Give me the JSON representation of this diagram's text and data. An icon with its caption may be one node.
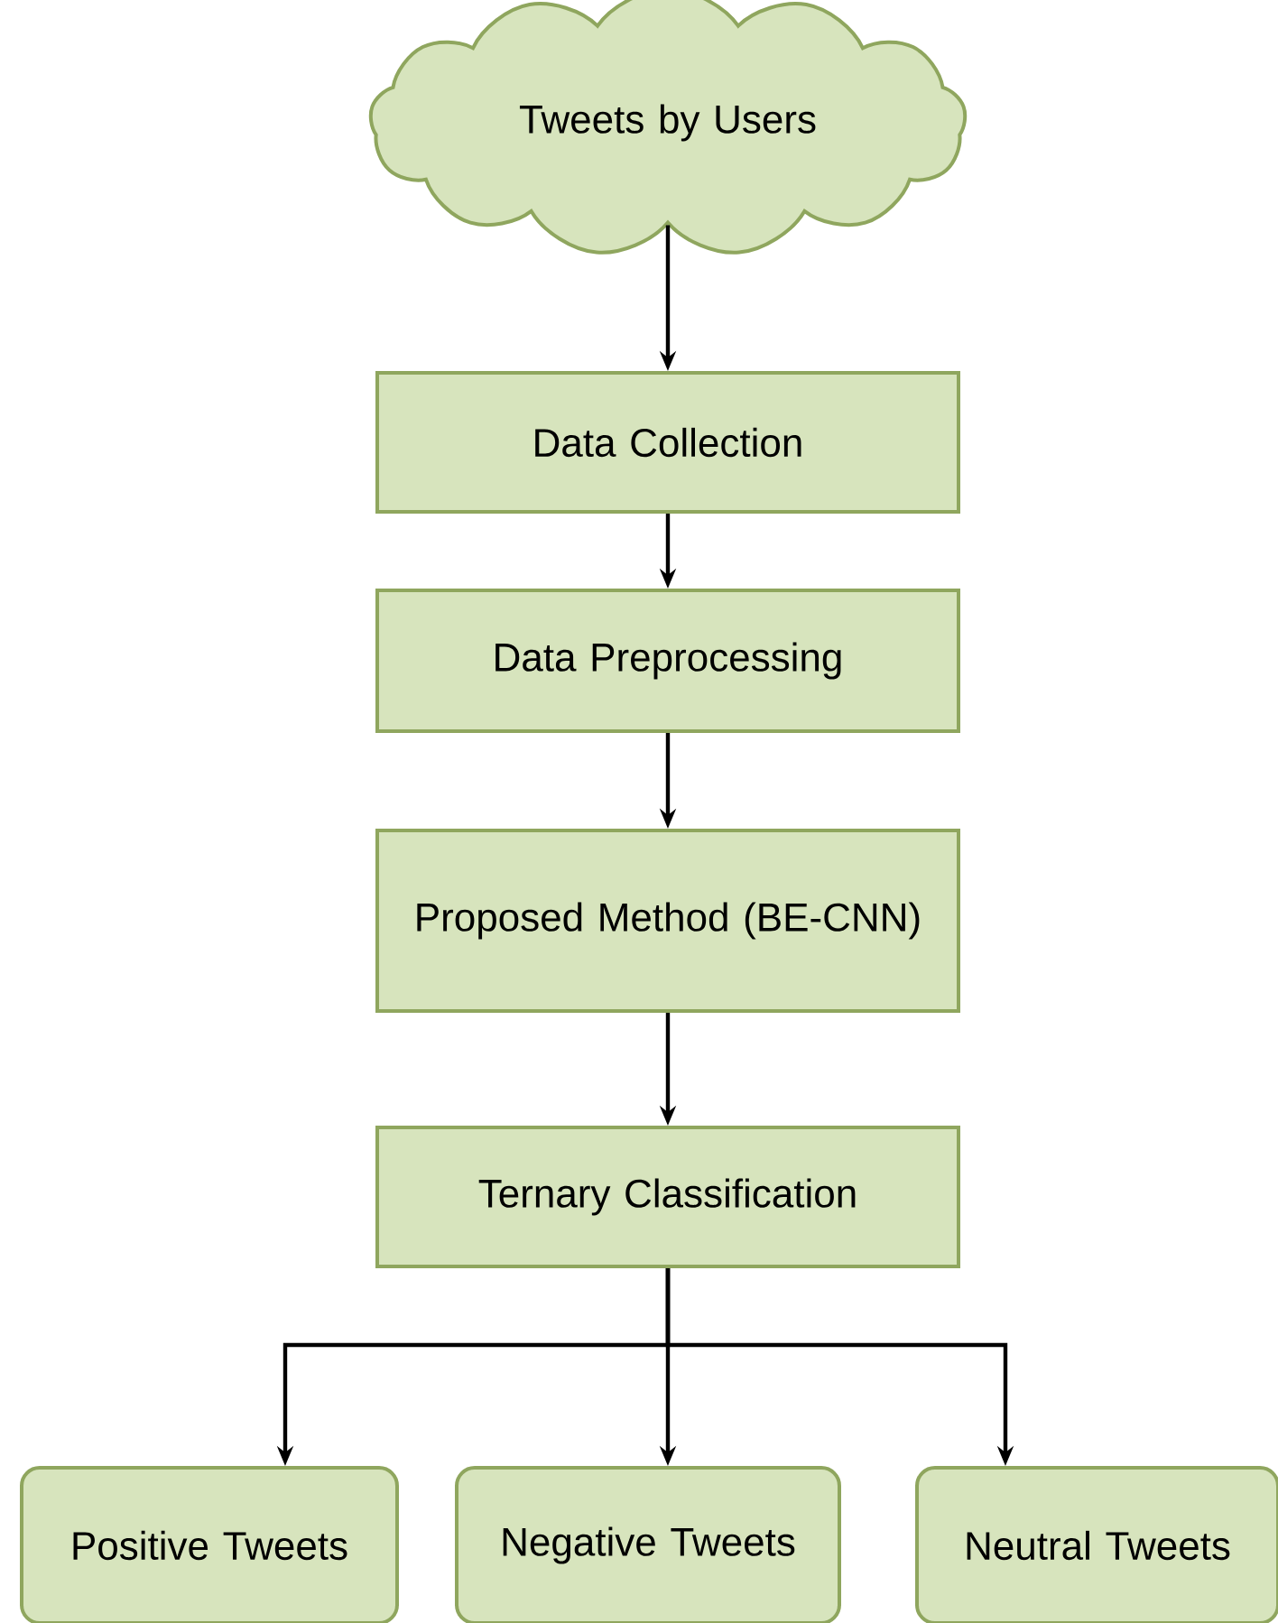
{
  "diagram": {
    "nodes": [
      {
        "text": [
          "Tweets by Users"
        ]
      },
      {
        "text": [
          "Data Collection"
        ]
      },
      {
        "text": [
          "Data Preprocessing"
        ]
      },
      {
        "text": [
          "Proposed Method (BE-CNN)"
        ]
      },
      {
        "text": [
          "Ternary Classification"
        ]
      },
      {
        "text": [
          "Positive Tweets"
        ]
      },
      {
        "text": [
          "Negative Tweets"
        ]
      },
      {
        "text": [
          "Neutral Tweets"
        ]
      }
    ],
    "edges": [
      {
        "from": 0,
        "to": 1,
        "arrow": "to"
      },
      {
        "from": 1,
        "to": 2,
        "arrow": "to"
      },
      {
        "from": 2,
        "to": 3,
        "arrow": "to"
      },
      {
        "from": 3,
        "to": 4,
        "arrow": "to"
      },
      {
        "from": 4,
        "to": 5,
        "arrow": "to"
      },
      {
        "from": 4,
        "to": 6,
        "arrow": "to"
      },
      {
        "from": 4,
        "to": 7,
        "arrow": "to"
      }
    ]
  }
}
